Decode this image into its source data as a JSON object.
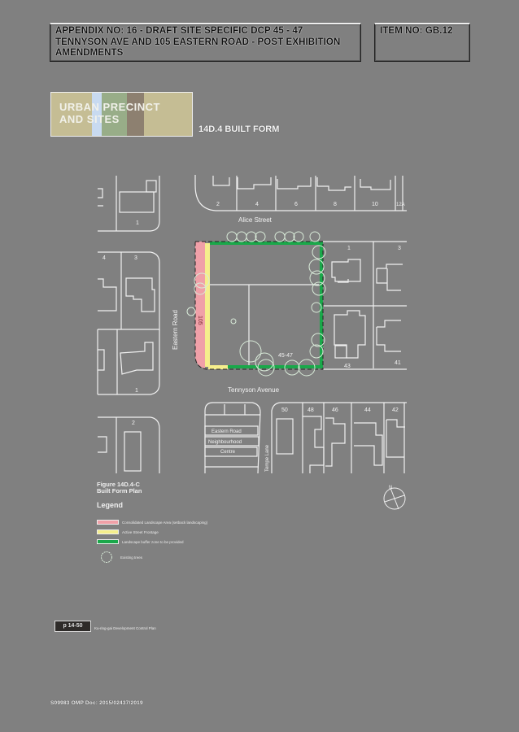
{
  "header": {
    "appendix_lines": [
      "APPENDIX NO: 16 - DRAFT SITE SPECIFIC DCP 45 - 47",
      "TENNYSON AVE AND 105 EASTERN ROAD - POST EXHIBITION",
      "AMENDMENTS"
    ],
    "item_no": "ITEM NO: GB.12"
  },
  "banner": {
    "lines": [
      "URBAN PRECINCT",
      "AND SITES"
    ],
    "colors": {
      "base": "#c5bd94",
      "blue": "#c8daf0",
      "green": "#98ad88",
      "brown": "#8d8070"
    }
  },
  "section_title": "14D.4 BUILT FORM",
  "map": {
    "streets": {
      "alice": "Alice Street",
      "tennyson": "Tennyson Avenue",
      "eastern": "Eastern Road",
      "tempe": "Tempe Lane"
    },
    "lot_numbers": {
      "alice_north": [
        "2",
        "4",
        "6",
        "8",
        "10",
        "12A"
      ],
      "west_top": "1",
      "west_mid": [
        "4",
        "3"
      ],
      "west_low": "1",
      "west_bottom": "2",
      "east_top": [
        "1",
        "3"
      ],
      "east_low": [
        "43",
        "41"
      ],
      "site_west": "105",
      "site": "45-47",
      "south_row": [
        "50",
        "48",
        "46",
        "44",
        "42"
      ]
    },
    "south_building_labels": [
      "Eastern Road",
      "Neighbourhood",
      "Centre"
    ],
    "north_arrow": "N"
  },
  "figure": {
    "title_line1": "Figure 14D.4-C",
    "title_line2": "Built Form Plan",
    "legend_title": "Legend"
  },
  "legend": [
    {
      "label": "Consolidated Landscape Area (setback landscaping)",
      "color": "#f0a0a8",
      "type": "bar"
    },
    {
      "label": "Active Street Frontage",
      "color": "#f5ee8c",
      "type": "bar"
    },
    {
      "label": "Landscape buffer zone to be provided",
      "color": "#1aa84a",
      "type": "bar"
    },
    {
      "label": "Existing trees",
      "color": "#d8ead8",
      "type": "tree"
    }
  ],
  "page": {
    "number": "p 14-50",
    "note": "Ku-ring-gai Development Control Plan"
  },
  "footer": "S09983 OMP Doc: 2015/02437/2019"
}
